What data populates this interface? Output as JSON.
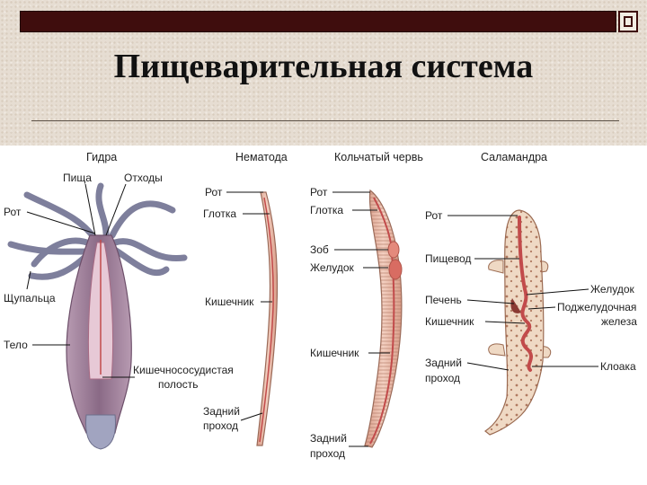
{
  "slide": {
    "title": "Пищеварительная система"
  },
  "figure": {
    "headers": {
      "hydra": "Гидра",
      "nematode": "Нематода",
      "annelid": "Кольчатый червь",
      "salamander": "Саламандра"
    },
    "hydra_labels": {
      "food": "Пища",
      "waste": "Отходы",
      "mouth": "Рот",
      "tentacles": "Щупальца",
      "body": "Тело",
      "cavity_line1": "Кишечнососудистая",
      "cavity_line2": "полость"
    },
    "nematode_labels": {
      "mouth": "Рот",
      "pharynx": "Глотка",
      "intestine": "Кишечник",
      "anus_line1": "Задний",
      "anus_line2": "проход"
    },
    "annelid_labels": {
      "mouth": "Рот",
      "pharynx": "Глотка",
      "crop": "Зоб",
      "stomach": "Желудок",
      "intestine": "Кишечник",
      "anus_line1": "Задний",
      "anus_line2": "проход"
    },
    "salamander_labels": {
      "mouth": "Рот",
      "esophagus": "Пищевод",
      "liver": "Печень",
      "intestine": "Кишечник",
      "anus_line1": "Задний",
      "anus_line2": "проход",
      "stomach": "Желудок",
      "pancreas_line1": "Поджелудочная",
      "pancreas_line2": "железа",
      "cloaca": "Клоака"
    },
    "colors": {
      "hydra_body": "#8a6a86",
      "tentacle": "#7e7f9c",
      "worm": "#e9b8a6",
      "worm_outline": "#9a6a58",
      "gut": "#c24b4b",
      "salamander_skin": "#efd9c4",
      "salamander_spots": "#9b5a40"
    }
  }
}
